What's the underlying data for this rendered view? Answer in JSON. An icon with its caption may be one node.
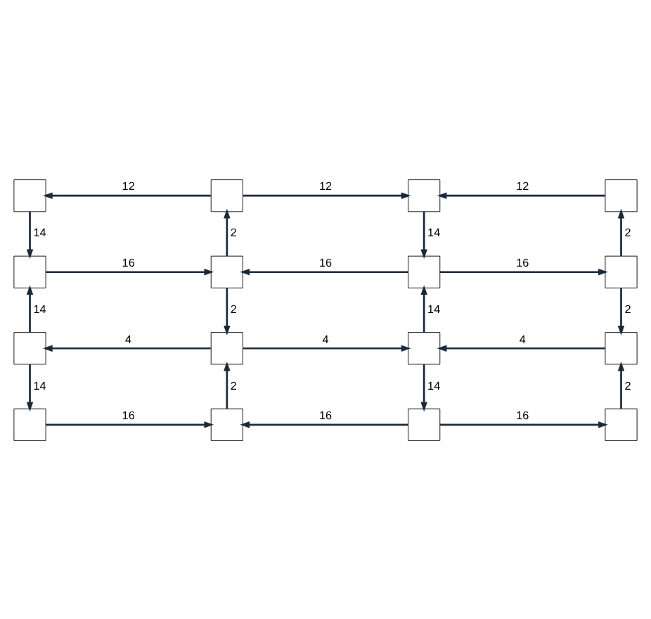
{
  "diagram": {
    "nodes": [
      {
        "text": [],
        "shape": "box"
      },
      {
        "text": [],
        "shape": "box"
      },
      {
        "text": [],
        "shape": "box"
      },
      {
        "text": [],
        "shape": "box"
      },
      {
        "text": [],
        "shape": "box"
      },
      {
        "text": [],
        "shape": "box"
      },
      {
        "text": [],
        "shape": "box"
      },
      {
        "text": [],
        "shape": "box"
      },
      {
        "text": [],
        "shape": "box"
      },
      {
        "text": [],
        "shape": "box"
      },
      {
        "text": [],
        "shape": "box"
      },
      {
        "text": [],
        "shape": "box"
      },
      {
        "text": [],
        "shape": "box"
      },
      {
        "text": [],
        "shape": "box"
      },
      {
        "text": [],
        "shape": "box"
      },
      {
        "text": [],
        "shape": "box"
      }
    ],
    "edges": [
      {
        "from": 1,
        "to": 0,
        "arrow": "to",
        "label": "12"
      },
      {
        "from": 1,
        "to": 2,
        "arrow": "to",
        "label": "12"
      },
      {
        "from": 3,
        "to": 2,
        "arrow": "to",
        "label": "12"
      },
      {
        "from": 0,
        "to": 4,
        "arrow": "to",
        "label": "14"
      },
      {
        "from": 5,
        "to": 1,
        "arrow": "to",
        "label": "2"
      },
      {
        "from": 2,
        "to": 6,
        "arrow": "to",
        "label": "14"
      },
      {
        "from": 7,
        "to": 3,
        "arrow": "to",
        "label": "2"
      },
      {
        "from": 4,
        "to": 5,
        "arrow": "to",
        "label": "16"
      },
      {
        "from": 6,
        "to": 5,
        "arrow": "to",
        "label": "16"
      },
      {
        "from": 6,
        "to": 7,
        "arrow": "to",
        "label": "16"
      },
      {
        "from": 8,
        "to": 4,
        "arrow": "to",
        "label": "14"
      },
      {
        "from": 5,
        "to": 9,
        "arrow": "to",
        "label": "2"
      },
      {
        "from": 10,
        "to": 6,
        "arrow": "to",
        "label": "14"
      },
      {
        "from": 7,
        "to": 11,
        "arrow": "to",
        "label": "2"
      },
      {
        "from": 9,
        "to": 8,
        "arrow": "to",
        "label": "4"
      },
      {
        "from": 9,
        "to": 10,
        "arrow": "to",
        "label": "4"
      },
      {
        "from": 11,
        "to": 10,
        "arrow": "to",
        "label": "4"
      },
      {
        "from": 8,
        "to": 12,
        "arrow": "to",
        "label": "14"
      },
      {
        "from": 13,
        "to": 9,
        "arrow": "to",
        "label": "2"
      },
      {
        "from": 10,
        "to": 14,
        "arrow": "to",
        "label": "14"
      },
      {
        "from": 15,
        "to": 11,
        "arrow": "to",
        "label": "2"
      },
      {
        "from": 12,
        "to": 13,
        "arrow": "to",
        "label": "16"
      },
      {
        "from": 14,
        "to": 13,
        "arrow": "to",
        "label": "16"
      },
      {
        "from": 14,
        "to": 15,
        "arrow": "to",
        "label": "16"
      }
    ]
  }
}
